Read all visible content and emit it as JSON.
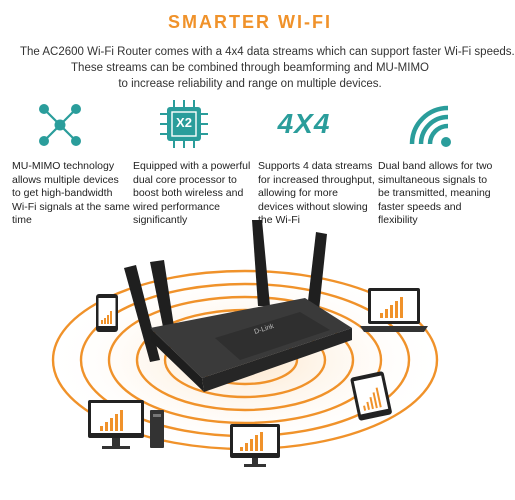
{
  "header": {
    "title": "SMARTER WI-FI",
    "intro": [
      "The AC2600 Wi-Fi Router comes with a 4x4 data streams which can support faster Wi-Fi speeds.",
      "These streams can be combined through beamforming and MU-MIMO",
      "to increase reliability and range on multiple devices."
    ]
  },
  "features": [
    {
      "icon": "network-nodes-icon",
      "text": "MU-MIMO technology allows multiple devices to get high-bandwidth Wi-Fi signals at the same time"
    },
    {
      "icon": "dual-core-processor-icon",
      "icon_label": "X2",
      "text": "Equipped with a powerful dual core processor to boost both wireless and wired performance significantly"
    },
    {
      "icon": "4x4-streams-icon",
      "icon_label": "4X4",
      "text": "Supports 4 data streams for increased throughput, allowing for more devices without slowing the Wi-Fi"
    },
    {
      "icon": "wifi-signal-icon",
      "text": "Dual band allows for two simultaneous signals to be transmitted, meaning faster speeds and flexibility"
    }
  ],
  "colors": {
    "accent": "#f0922a",
    "icon_teal": "#2a9d9b",
    "device": "#222222",
    "router": "#2b2b2b"
  }
}
